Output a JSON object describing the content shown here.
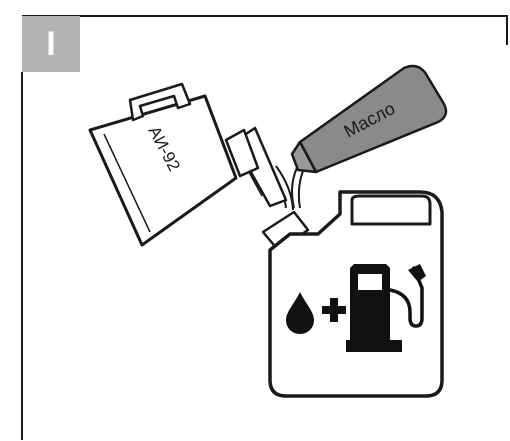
{
  "step": {
    "label": "I"
  },
  "canister_label": "АИ-92",
  "bottle_label": "Масло",
  "colors": {
    "badge": "#b3b3b3",
    "outline": "#1a1a1a",
    "bottle_fill": "#8a8a8a",
    "icon_fill": "#111111",
    "background": "#ffffff"
  },
  "icons": [
    "oil-drop-icon",
    "plus-icon",
    "fuel-pump-icon"
  ]
}
